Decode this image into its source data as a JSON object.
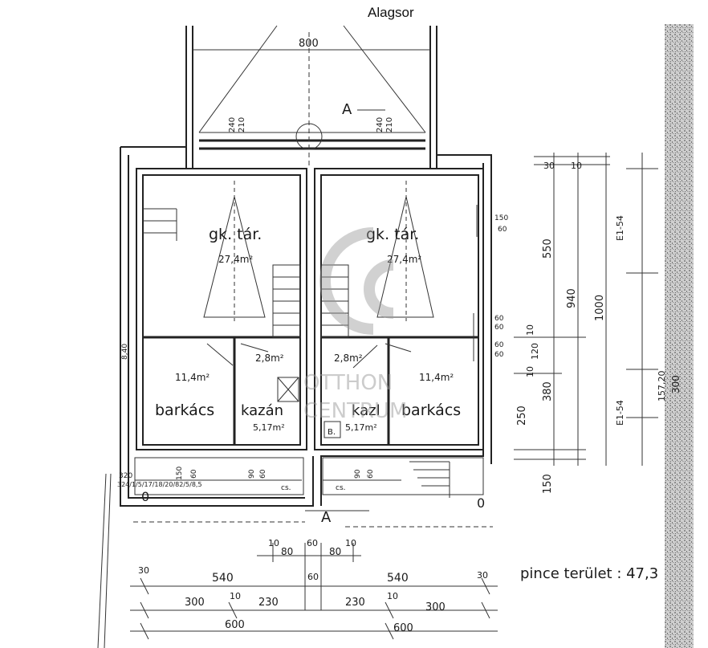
{
  "title": "Alagsor",
  "top_dimension": "800",
  "section_marks": [
    "A",
    "A"
  ],
  "top_small_dims": [
    "240",
    "210",
    "240",
    "210"
  ],
  "rooms": {
    "left_storage": {
      "name": "gk. tár.",
      "area": "27,4m²"
    },
    "right_storage": {
      "name": "gk. tár.",
      "area": "27,4m²"
    },
    "left_hall_area": "2,8m²",
    "right_hall_area": "2,8m²",
    "left_workshop": {
      "name": "barkács",
      "area": "11,4m²"
    },
    "right_workshop": {
      "name": "barkács",
      "area": "11,4m²"
    },
    "left_boiler": {
      "name": "kazán",
      "area": "5,17m²"
    },
    "right_boiler": {
      "name": "kazl",
      "area": "5,17m²"
    },
    "right_b_label": "B."
  },
  "wall_dims": [
    "150",
    "60",
    "60",
    "60",
    "60",
    "60"
  ],
  "right_dims": {
    "top_30": "30",
    "top_10": "10",
    "d550": "550",
    "d940": "940",
    "d1000": "1000",
    "d120": "120",
    "d10": "10",
    "d380": "380",
    "d250": "250",
    "d10b": "10",
    "d150": "150",
    "d300": "300",
    "d157": "157,20",
    "e154a": "E1-54",
    "e154b": "E1-54"
  },
  "bottom_small": [
    "150",
    "60",
    "90",
    "60",
    "90",
    "60"
  ],
  "bottom_small_labels": [
    "cs.",
    "cs."
  ],
  "left_side_labels": [
    "320",
    "8,40"
  ],
  "left_bottom_code": "324/1/5/17/18/20/82/5/8,5",
  "zero_marks": [
    "0",
    "0"
  ],
  "bottom_dims_row1": [
    "10",
    "80",
    "60",
    "80",
    "10"
  ],
  "bottom_dims_row2": [
    "30",
    "540",
    "60",
    "540",
    "30"
  ],
  "bottom_dims_row3": [
    "300",
    "10",
    "230",
    "230",
    "10",
    "300"
  ],
  "bottom_dims_row4": [
    "600",
    "600"
  ],
  "area_note": "pince terület : 47,3",
  "watermark": {
    "line1": "OTTHON",
    "line2": "CENTRUM"
  }
}
